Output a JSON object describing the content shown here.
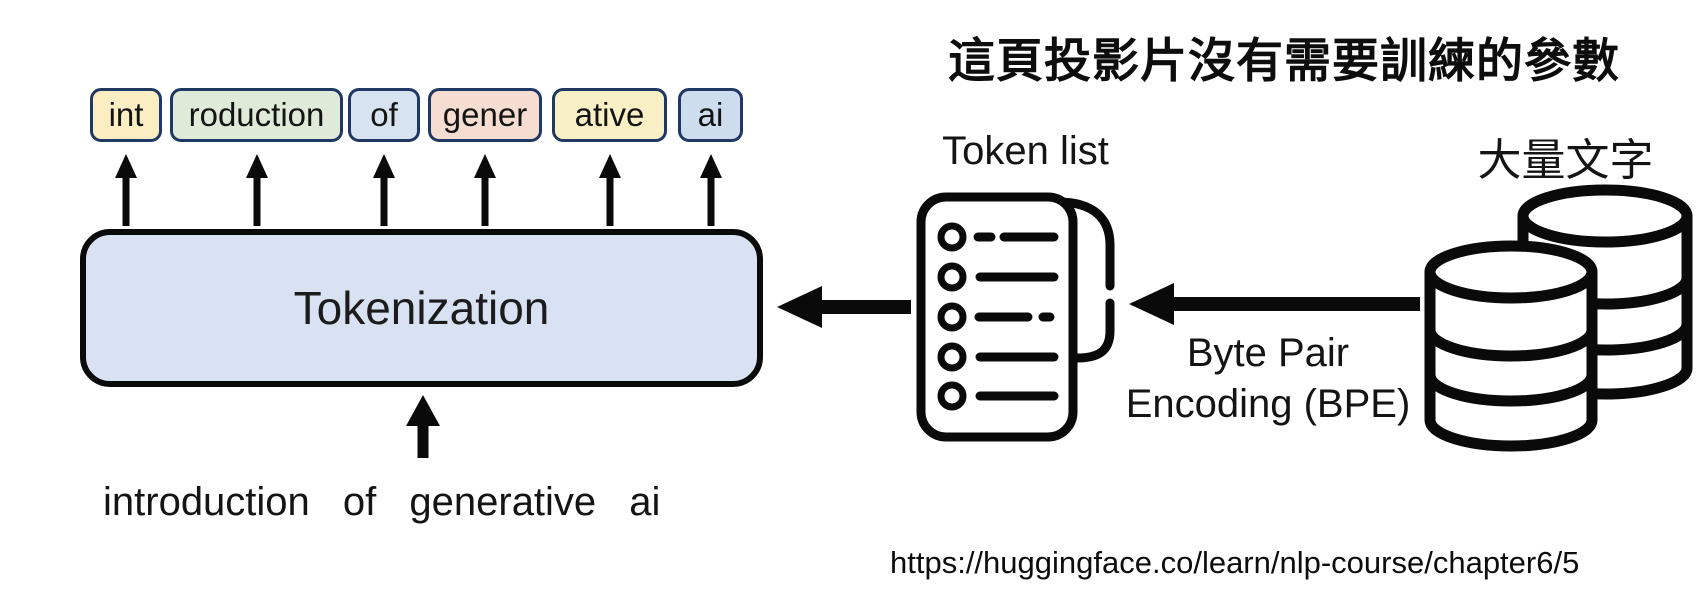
{
  "slide": {
    "title": "這頁投影片沒有需要訓練的參數",
    "source_url": "https://huggingface.co/learn/nlp-course/chapter6/5"
  },
  "tokenizer": {
    "box_label": "Tokenization",
    "box_fill": "#d8e2f2",
    "chip_border_color": "#1f3864",
    "input_sentence": "introduction of generative ai",
    "tokens": [
      {
        "label": "int",
        "color": "#fceec3"
      },
      {
        "label": "roduction",
        "color": "#dfebd8"
      },
      {
        "label": "of",
        "color": "#d8e3f1"
      },
      {
        "label": "gener",
        "color": "#f6ddd2"
      },
      {
        "label": "ative",
        "color": "#faf0c6"
      },
      {
        "label": "ai",
        "color": "#cddded"
      }
    ]
  },
  "token_list": {
    "label": "Token list",
    "icon": "scroll-list-icon"
  },
  "corpus": {
    "label": "大量文字",
    "icon": "database-stack-icon"
  },
  "bpe": {
    "line1": "Byte Pair",
    "line2": "Encoding (BPE)"
  },
  "colors": {
    "ink": "#0a0a0a",
    "background": "#ffffff"
  }
}
